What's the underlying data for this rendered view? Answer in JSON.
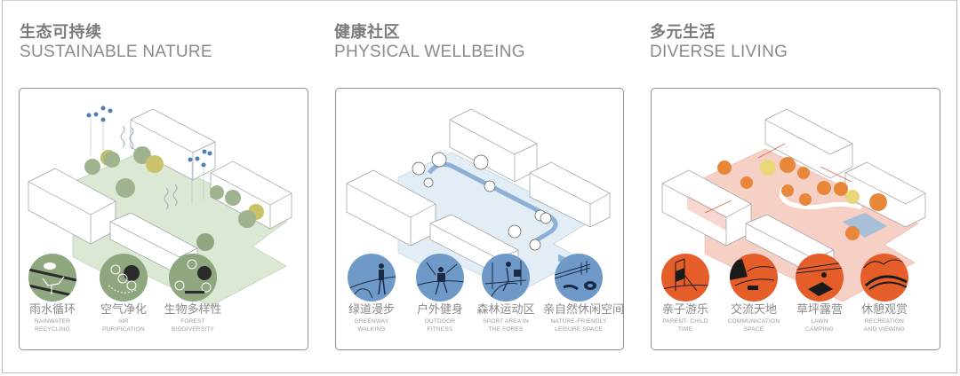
{
  "colors": {
    "heading": "#7b7b7b",
    "label": "#8a8a8a",
    "green_circle": "#8ea77e",
    "blue_circle": "#6f9ac8",
    "orange_circle": "#e55e2a",
    "green_ground": "#dbe8d3",
    "blue_ground": "#e3edf5",
    "pink_ground": "#f6cfc5"
  },
  "sections": [
    {
      "title_cn": "生态可持续",
      "title_en": "SUSTAINABLE NATURE",
      "theme": "green",
      "items": [
        {
          "cn": "雨水循环",
          "en": "RAINWATER\nRECYCLING",
          "icon": "rainwater-icon"
        },
        {
          "cn": "空气净化",
          "en": "AIR\nPURIFICATION",
          "icon": "air-purification-icon"
        },
        {
          "cn": "生物多样性",
          "en": "FOREST\nBIODIVERSITY",
          "icon": "biodiversity-icon"
        }
      ]
    },
    {
      "title_cn": "健康社区",
      "title_en": "PHYSICAL WELLBEING",
      "theme": "blue",
      "items": [
        {
          "cn": "绿道漫步",
          "en": "GREENWAY\nWALKING",
          "icon": "walking-icon"
        },
        {
          "cn": "户外健身",
          "en": "OUTDOOR\nFITNESS",
          "icon": "fitness-icon"
        },
        {
          "cn": "森林运动区",
          "en": "SPORT AREA IN\nTHE FORES",
          "icon": "sport-area-icon"
        },
        {
          "cn": "亲自然休闲空间",
          "en": "NATURE-FRIENDLY\nLEISURE SPACE",
          "icon": "leisure-icon"
        }
      ]
    },
    {
      "title_cn": "多元生活",
      "title_en": "DIVERSE LIVING",
      "theme": "orange",
      "items": [
        {
          "cn": "亲子游乐",
          "en": "PARENT- CHILD\nTIME",
          "icon": "playground-icon"
        },
        {
          "cn": "交流天地",
          "en": "COMMUNICATION\nSPACE",
          "icon": "communication-icon"
        },
        {
          "cn": "草坪露营",
          "en": "LAWN\nCAMPING",
          "icon": "camping-icon"
        },
        {
          "cn": "休憩观赏",
          "en": "RECREATION\nAND VIEWING",
          "icon": "viewing-icon"
        }
      ]
    }
  ]
}
